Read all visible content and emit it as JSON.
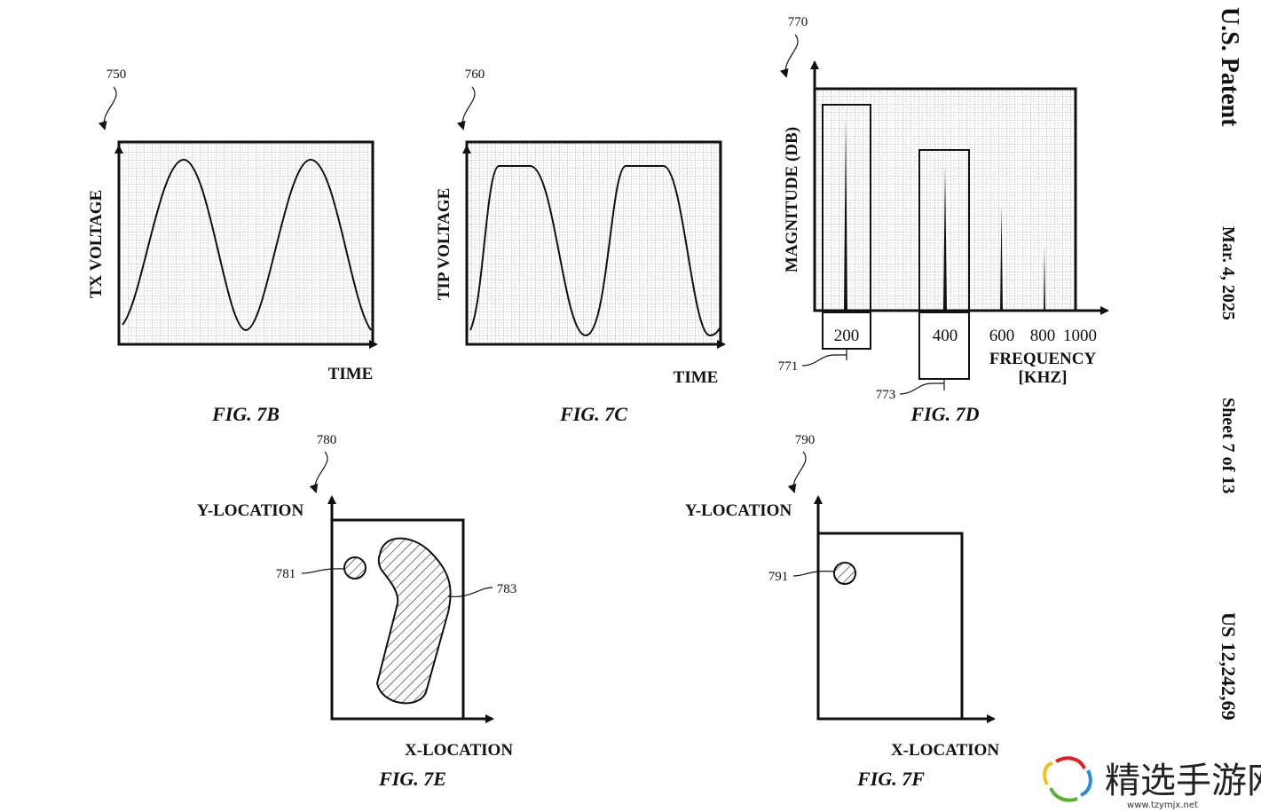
{
  "header": {
    "title": "U.S. Patent",
    "date": "Mar. 4, 2025",
    "sheet": "Sheet 7 of 13",
    "patent_number": "US 12,242,69"
  },
  "fig7b": {
    "ref": "750",
    "ylabel": "TX VOLTAGE",
    "xlabel": "TIME",
    "caption": "FIG. 7B"
  },
  "fig7c": {
    "ref": "760",
    "ylabel": "TIP VOLTAGE",
    "xlabel": "TIME",
    "caption": "FIG. 7C"
  },
  "fig7d": {
    "ref": "770",
    "ylabel": "MAGNITUDE (DB)",
    "xlabel": "FREQUENCY",
    "xunit": "[KHZ]",
    "ticks": [
      "200",
      "400",
      "600",
      "800",
      "1000"
    ],
    "ref_771": "771",
    "ref_773": "773",
    "caption": "FIG. 7D"
  },
  "fig7e": {
    "ref": "780",
    "ylabel": "Y-LOCATION",
    "xlabel": "X-LOCATION",
    "ref_781": "781",
    "ref_783": "783",
    "caption": "FIG. 7E"
  },
  "fig7f": {
    "ref": "790",
    "ylabel": "Y-LOCATION",
    "xlabel": "X-LOCATION",
    "ref_791": "791",
    "caption": "FIG. 7F"
  },
  "watermark": {
    "name": "精选手游网",
    "url": "www.tzymjx.net"
  }
}
